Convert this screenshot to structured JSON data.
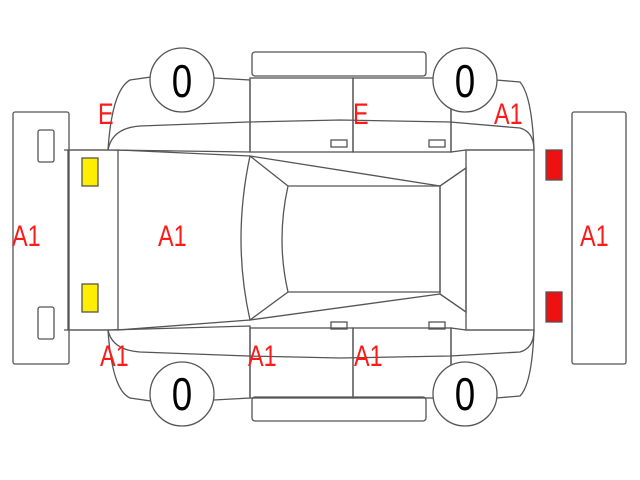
{
  "colors": {
    "outline": "#555555",
    "mark_text": "#ff1a1a",
    "front_light": "#ffee00",
    "rear_light": "#ee1111"
  },
  "tires": {
    "front_left": "0",
    "rear_left": "0",
    "front_right": "0",
    "rear_right": "0"
  },
  "marks": {
    "front_bumper": "A1",
    "hood": "A1",
    "rear_bumper": "A1",
    "front_left_fender": "A1",
    "front_left_door": "A1",
    "rear_left_door": "A1",
    "front_right_fender": "E",
    "front_right_door": "E",
    "rear_right_quarter": "A1"
  }
}
